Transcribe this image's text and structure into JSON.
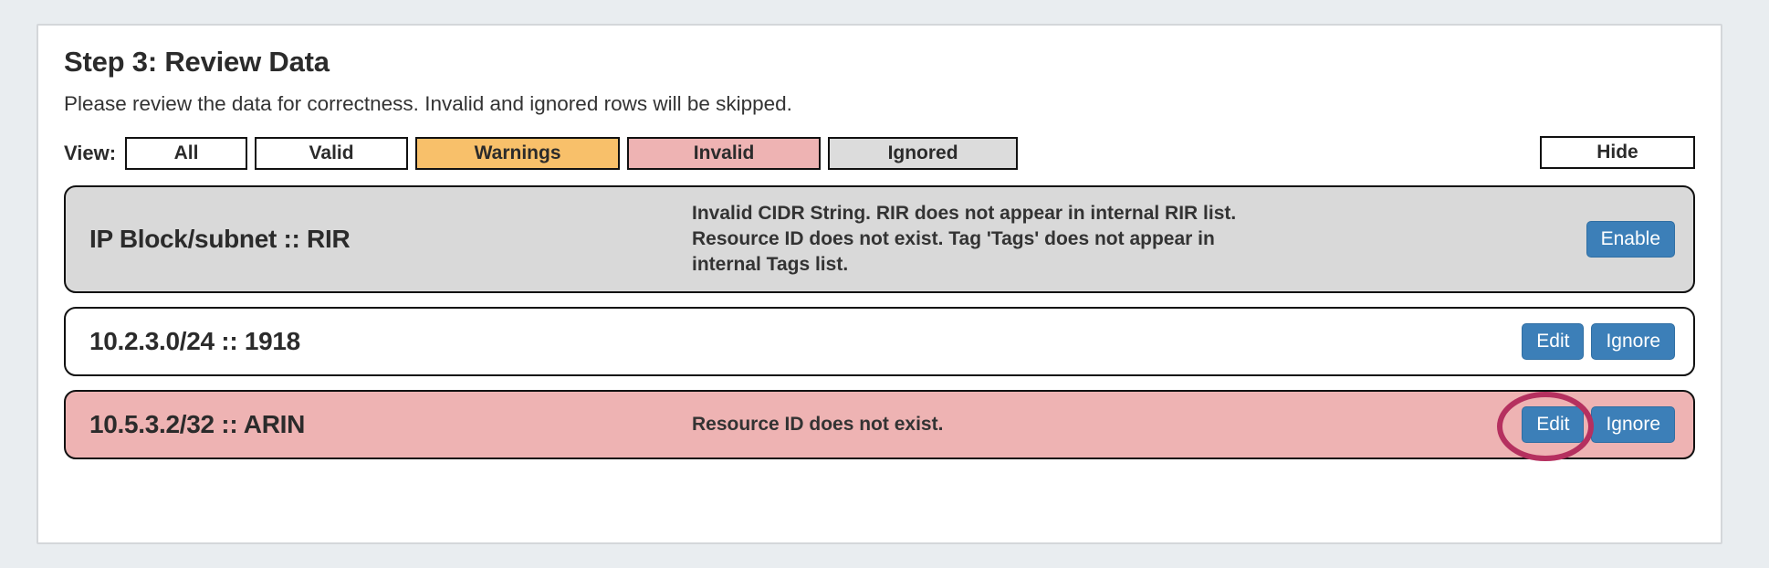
{
  "panel": {
    "title": "Step 3: Review Data",
    "subtitle": "Please review the data for correctness. Invalid and ignored rows will be skipped."
  },
  "filter_bar": {
    "view_label": "View:",
    "buttons": [
      {
        "label": "All",
        "color": "#ffffff"
      },
      {
        "label": "Valid",
        "color": "#ffffff"
      },
      {
        "label": "Warnings",
        "color": "#f8c06a"
      },
      {
        "label": "Invalid",
        "color": "#eeb3b3"
      },
      {
        "label": "Ignored",
        "color": "#dcdcdc"
      }
    ],
    "hide_label": "Hide"
  },
  "rows": [
    {
      "label": "IP Block/subnet :: RIR",
      "message": "Invalid CIDR String. RIR does not appear in internal RIR list. Resource ID does not exist. Tag 'Tags' does not appear in internal Tags list.",
      "state": "ignored",
      "background": "#d9d9d9",
      "actions": [
        {
          "label": "Enable"
        }
      ]
    },
    {
      "label": "10.2.3.0/24 :: 1918",
      "message": "",
      "state": "valid",
      "background": "#ffffff",
      "actions": [
        {
          "label": "Edit"
        },
        {
          "label": "Ignore"
        }
      ]
    },
    {
      "label": "10.5.3.2/32 :: ARIN",
      "message": "Resource ID does not exist.",
      "state": "invalid",
      "background": "#eeb3b3",
      "actions": [
        {
          "label": "Edit"
        },
        {
          "label": "Ignore"
        }
      ]
    }
  ],
  "annotation": {
    "shape": "ellipse-highlight",
    "target": "Edit",
    "color": "#b5305f"
  },
  "colors": {
    "page_background": "#e9edf0",
    "panel_background": "#ffffff",
    "panel_border": "#d4d7da",
    "button_primary": "#3c7fb8",
    "text": "#2b2b2b"
  }
}
